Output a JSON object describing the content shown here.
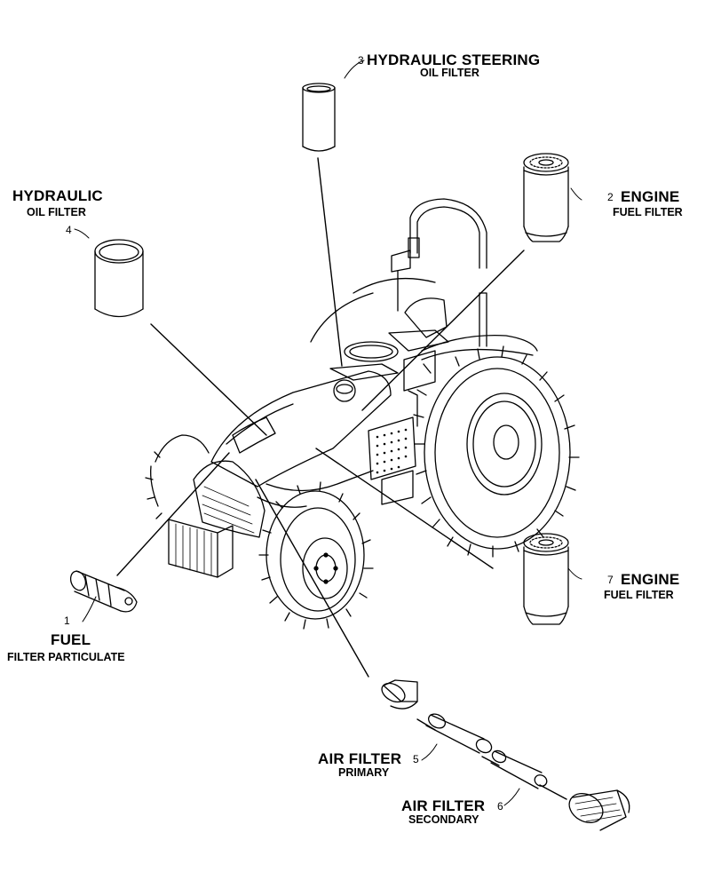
{
  "callouts": {
    "c1": {
      "num": "1",
      "title": "FUEL",
      "sub": "FILTER PARTICULATE"
    },
    "c2": {
      "num": "2",
      "title": "ENGINE",
      "sub": "FUEL FILTER"
    },
    "c3": {
      "num": "3",
      "title": "HYDRAULIC STEERING",
      "sub": "OIL FILTER"
    },
    "c4": {
      "num": "4",
      "title": "HYDRAULIC",
      "sub": "OIL FILTER"
    },
    "c5": {
      "num": "5",
      "title": "AIR FILTER",
      "sub": "PRIMARY"
    },
    "c6": {
      "num": "6",
      "title": "AIR FILTER",
      "sub": "SECONDARY"
    },
    "c7": {
      "num": "7",
      "title": "ENGINE",
      "sub": "FUEL FILTER"
    }
  }
}
